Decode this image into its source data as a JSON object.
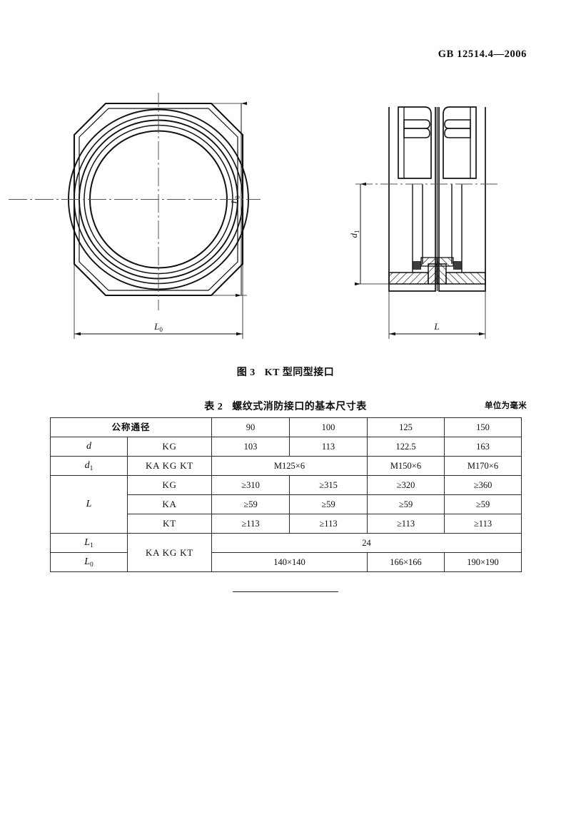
{
  "header": {
    "standard_number": "GB 12514.4—2006"
  },
  "figure": {
    "caption_number": "图 3",
    "caption_text": "KT 型同型接口",
    "left_view": {
      "name": "end-view-octagonal-coupling",
      "dimension_vertical": "L",
      "dimension_vertical_sub": "0",
      "dimension_horizontal": "L",
      "dimension_horizontal_sub": "0"
    },
    "right_view": {
      "name": "section-view-coupling-pair",
      "dimension_vertical": "d",
      "dimension_vertical_sub": "1",
      "dimension_horizontal": "L",
      "dimension_horizontal_sub": ""
    }
  },
  "table": {
    "title_number": "表 2",
    "title_text": "螺纹式消防接口的基本尺寸表",
    "unit_note": "单位为毫米",
    "header_label": "公称通径",
    "nominal_diameters": [
      "90",
      "100",
      "125",
      "150"
    ],
    "rows": [
      {
        "symbol": "d",
        "symbol_sub": "",
        "type": "KG",
        "values": [
          "103",
          "113",
          "122.5",
          "163"
        ]
      },
      {
        "symbol": "d",
        "symbol_sub": "1",
        "type": "KA KG KT",
        "values": [
          "M125×6",
          "M150×6",
          "M170×6"
        ]
      },
      {
        "symbol": "L",
        "symbol_sub": "",
        "type": "KG",
        "values": [
          "≥310",
          "≥315",
          "≥320",
          "≥360"
        ]
      },
      {
        "symbol": "L",
        "symbol_sub": "",
        "type": "KA",
        "values": [
          "≥59",
          "≥59",
          "≥59",
          "≥59"
        ]
      },
      {
        "symbol": "L",
        "symbol_sub": "",
        "type": "KT",
        "values": [
          "≥113",
          "≥113",
          "≥113",
          "≥113"
        ]
      },
      {
        "symbol": "L",
        "symbol_sub": "1",
        "type": "KA KG KT",
        "values": [
          "24"
        ]
      },
      {
        "symbol": "L",
        "symbol_sub": "0",
        "type": "KA KG KT",
        "values": [
          "140×140",
          "166×166",
          "190×190"
        ]
      }
    ],
    "group_label_L": "L",
    "group_label_KAKGKT": "KA KG KT"
  },
  "colors": {
    "ink": "#0d0d0d",
    "line": "#1a1a1a",
    "rule": "#2b2b2b"
  }
}
